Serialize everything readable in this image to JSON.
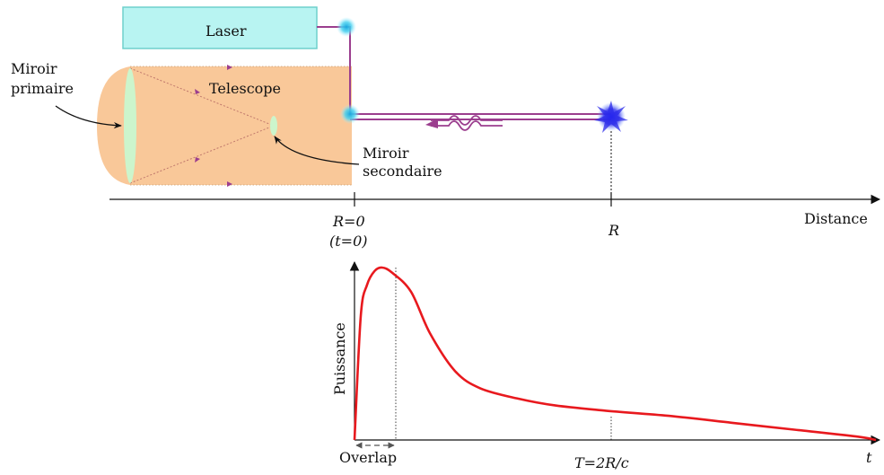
{
  "labels": {
    "laser": "Laser",
    "telescope": "Telescope",
    "primary_mirror": "Miroir\nprimaire",
    "primary_mirror_line1": "Miroir",
    "primary_mirror_line2": "primaire",
    "secondary_mirror_line1": "Miroir",
    "secondary_mirror_line2": "secondaire",
    "r_zero": "R=0",
    "t_zero": "(t=0)",
    "r_target": "R",
    "distance_axis": "Distance",
    "power_axis": "Puissance",
    "overlap": "Overlap",
    "return_time": "T=2R/c",
    "time_axis": "t"
  },
  "colors": {
    "laser_box": "#b8f4f2",
    "laser_border": "#6fd0cc",
    "telescope": "#f9c899",
    "mirror": "#ccf5cc",
    "beam": "#9b3e8e",
    "curve": "#e8191e",
    "scatter_glow": "#3b3bf0",
    "reflector_glow": "#4cd2f0"
  },
  "chart_data": {
    "type": "line",
    "title": "",
    "xlabel": "t",
    "ylabel": "Puissance",
    "x_markers": [
      "Overlap",
      "T=2R/c"
    ],
    "series": [
      {
        "values": [
          [
            0,
            0
          ],
          [
            0.05,
            0.72
          ],
          [
            0.1,
            0.9
          ],
          [
            0.16,
            0.98
          ],
          [
            0.22,
            1.0
          ],
          [
            0.3,
            0.97
          ],
          [
            0.45,
            0.86
          ],
          [
            0.6,
            0.62
          ],
          [
            0.8,
            0.4
          ],
          [
            1.0,
            0.3
          ],
          [
            1.3,
            0.24
          ],
          [
            1.6,
            0.2
          ],
          [
            2.0,
            0.17
          ],
          [
            2.5,
            0.14
          ],
          [
            3.0,
            0.1
          ],
          [
            3.5,
            0.06
          ],
          [
            4.0,
            0.02
          ],
          [
            4.15,
            0.0
          ]
        ]
      }
    ]
  }
}
